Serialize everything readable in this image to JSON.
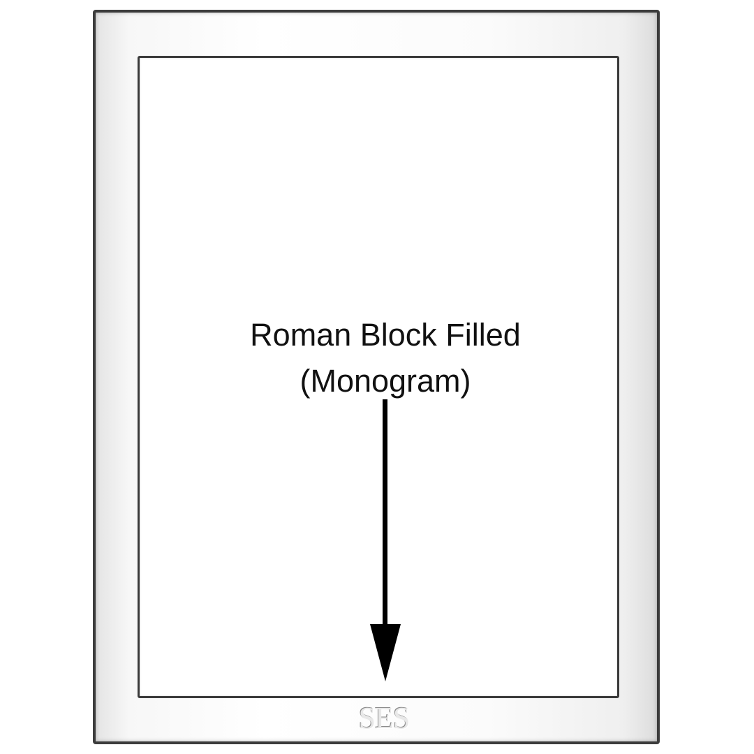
{
  "annotation": {
    "line1": "Roman Block Filled",
    "line2": "(Monogram)"
  },
  "monogram": {
    "text": "SES"
  },
  "colors": {
    "frame_border": "#3c3c3c",
    "opening_border": "#3a3a3a",
    "annotation_text": "#111111",
    "arrow": "#000000",
    "engraving": "#8a8a8a"
  },
  "icons": [
    "down-arrow-icon"
  ]
}
